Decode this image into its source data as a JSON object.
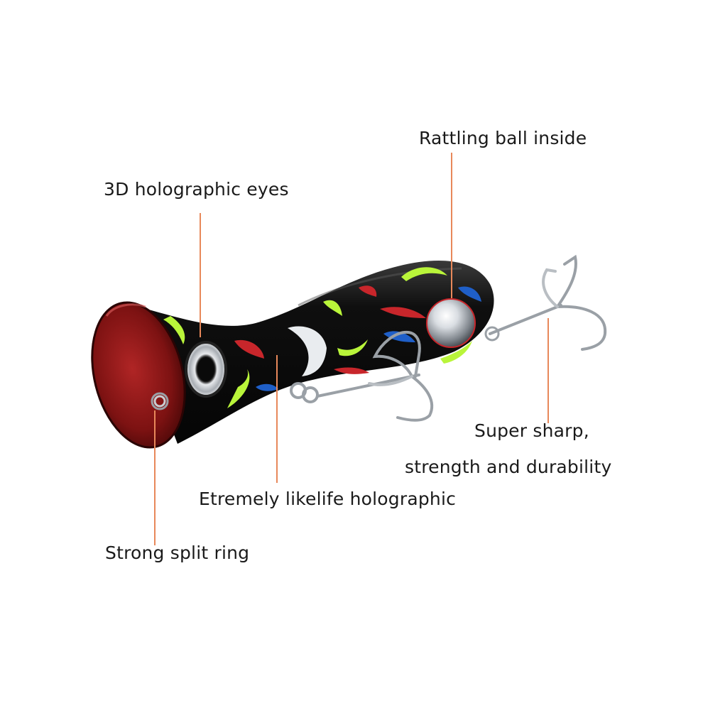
{
  "callouts": {
    "rattling_ball": "Rattling ball inside",
    "eyes": "3D holographic eyes",
    "hooks_line1": "Super sharp,",
    "hooks_line2": "strength and durability",
    "holographic": "Etremely likelife holographic",
    "split_ring": "Strong split ring"
  },
  "colors": {
    "leader_line": "#e8885a",
    "body": "#0d0d0d",
    "face": "#8e1717",
    "spot_green": "#b9f53a",
    "spot_red": "#c8262b",
    "spot_blue": "#1f5fc8",
    "spot_white": "#e9ecef",
    "hook_metal": "#9aa0a6"
  }
}
